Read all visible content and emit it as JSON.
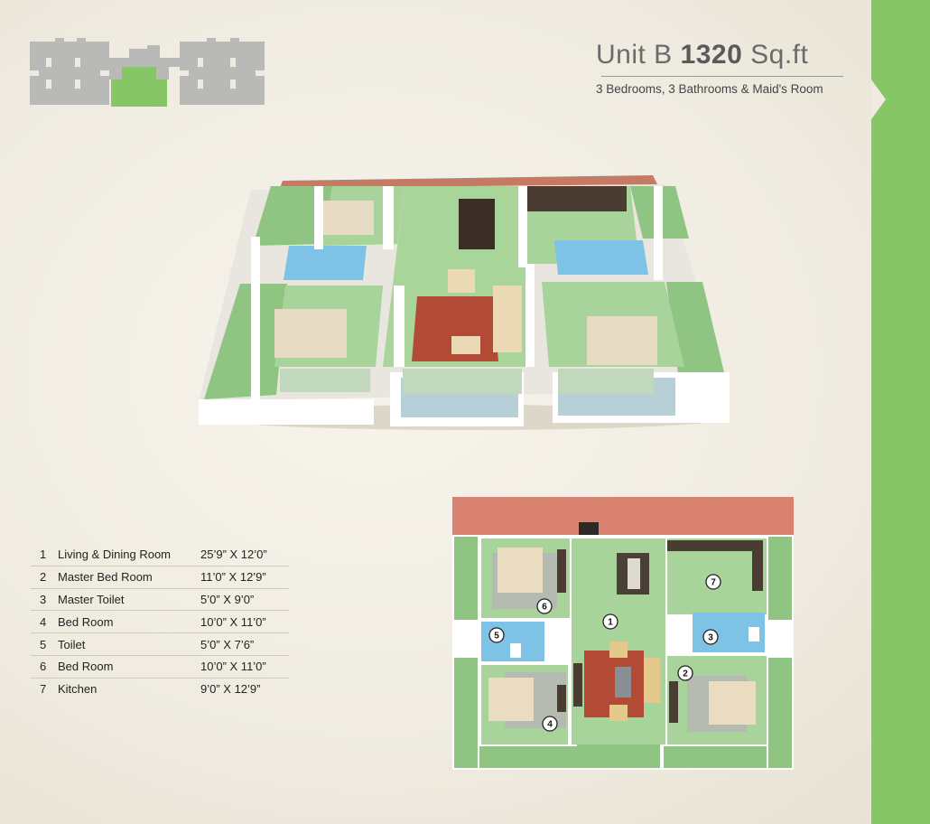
{
  "header": {
    "unit_label": "Unit B",
    "area_value": "1320",
    "area_unit": "Sq.ft",
    "subtitle": "3 Bedrooms, 3 Bathrooms & Maid's Room"
  },
  "rooms": [
    {
      "num": "1",
      "name": "Living & Dining Room",
      "size": "25’9” X 12’0”"
    },
    {
      "num": "2",
      "name": "Master Bed Room",
      "size": "11’0” X 12’9”"
    },
    {
      "num": "3",
      "name": "Master Toilet",
      "size": "5’0” X 9’0”"
    },
    {
      "num": "4",
      "name": "Bed Room",
      "size": "10’0” X 11’0”"
    },
    {
      "num": "5",
      "name": "Toilet",
      "size": "5’0” X 7’6”"
    },
    {
      "num": "6",
      "name": "Bed Room",
      "size": "10’0” X 11’0”"
    },
    {
      "num": "7",
      "name": "Kitchen",
      "size": "9’0” X 12’9”"
    }
  ],
  "plan_markers": [
    "1",
    "2",
    "3",
    "4",
    "5",
    "6",
    "7"
  ],
  "colors": {
    "accent_green": "#86c667",
    "keyplan_gray": "#b9bab7",
    "floor_green": "#9fcf93",
    "wall": "#ffffff",
    "balcony_roof": "#d9826f",
    "bath_blue": "#7ec3e6",
    "carpet_red": "#b24a35"
  },
  "icons": [
    "keyplan-icon",
    "bed-icon",
    "sofa-icon",
    "dining-table-icon",
    "kitchen-counter-icon",
    "toilet-icon"
  ]
}
